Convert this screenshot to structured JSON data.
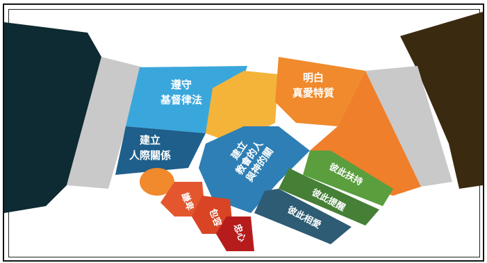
{
  "pieces": {
    "obey_law": {
      "line1": "遵守",
      "line2": "基督律法",
      "color": "#3aa7dc"
    },
    "true_love": {
      "line1": "明白",
      "line2": "真愛特質",
      "color": "#f08a2c"
    },
    "relationships": {
      "line1": "建立",
      "line2": "人際關係",
      "color": "#1f5f8b"
    },
    "center": {
      "line1": "建立",
      "line2": "教會的人",
      "line3": "與神的關",
      "color": "#2e7fb5"
    },
    "support": {
      "text": "彼此扶持",
      "color": "#5a9e3e"
    },
    "remind": {
      "text": "彼此提醒",
      "color": "#467f36"
    },
    "love_each": {
      "text": "彼此相愛",
      "color": "#2d5c74"
    },
    "humble": {
      "text": "謙卑",
      "color": "#e4572e"
    },
    "tolerance": {
      "text": "包容",
      "color": "#d84424"
    },
    "loyalty": {
      "text": "忠心",
      "color": "#b71c1c"
    }
  },
  "colors": {
    "sleeve_left": "#0e2a33",
    "sleeve_right": "#3a2a10",
    "cuff": "#c9c9c9",
    "orange_light": "#f4b43a",
    "orange_mid": "#ef7f2a",
    "thumb": "#f08a2c"
  }
}
